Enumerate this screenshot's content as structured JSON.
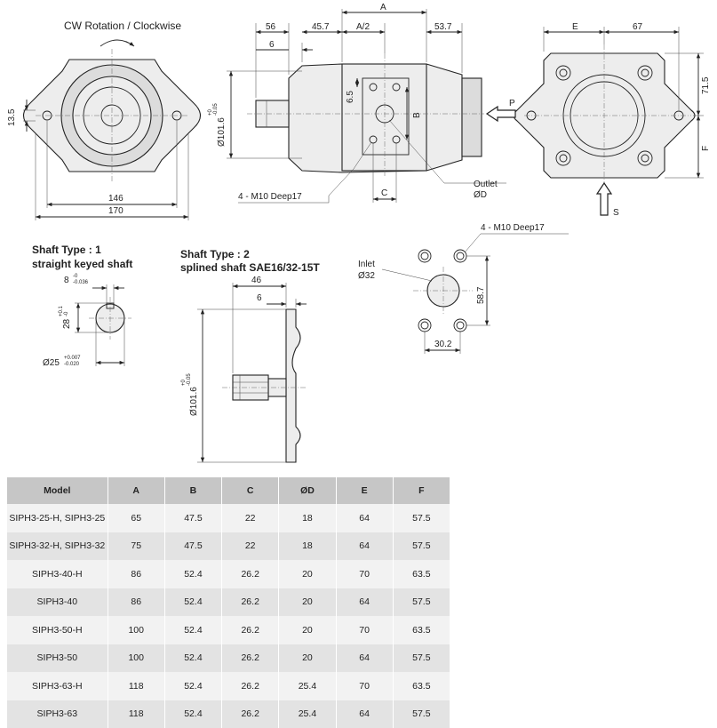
{
  "front_view": {
    "rotation_label": "CW Rotation / Clockwise",
    "dim_13_5": "13.5",
    "dim_146": "146",
    "dim_170": "170"
  },
  "side_view": {
    "dim_A": "A",
    "dim_56": "56",
    "dim_45_7": "45.7",
    "dim_A_half": "A/2",
    "dim_53_7": "53.7",
    "dim_6": "6",
    "dim_6_5": "6.5",
    "dim_B": "B",
    "dim_C": "C",
    "dia_101_6": "Ø101.6",
    "tol_plus": "+0",
    "tol_minus": "-0.05",
    "thread_label": "4 - M10 Deep17",
    "outlet_label": "Outlet",
    "outlet_dia": "ØD"
  },
  "rear_view": {
    "dim_E": "E",
    "dim_67": "67",
    "dim_71_5": "71.5",
    "dim_F": "F",
    "port_P": "P",
    "port_S": "S"
  },
  "shaft_type_1": {
    "title": "Shaft Type : 1",
    "subtitle": "straight keyed shaft",
    "key_width": "8",
    "key_tol_plus": "-0",
    "key_tol_minus": "-0.036",
    "key_height": "28",
    "height_tol_plus": "+0.1",
    "height_tol_minus": "-0",
    "shaft_dia": "Ø25",
    "dia_tol_plus": "+0.007",
    "dia_tol_minus": "-0.020"
  },
  "shaft_type_2": {
    "title": "Shaft Type : 2",
    "subtitle": "splined shaft SAE16/32-15T",
    "dim_46": "46",
    "dim_6": "6",
    "dia_101_6": "Ø101.6",
    "tol_plus": "+0",
    "tol_minus": "-0.05"
  },
  "inlet_view": {
    "thread_label": "4 - M10 Deep17",
    "inlet_label": "Inlet",
    "inlet_dia": "Ø32",
    "dim_58_7": "58.7",
    "dim_30_2": "30.2"
  },
  "table": {
    "headers": [
      "Model",
      "A",
      "B",
      "C",
      "ØD",
      "E",
      "F"
    ],
    "rows": [
      [
        "SIPH3-25-H, SIPH3-25",
        "65",
        "47.5",
        "22",
        "18",
        "64",
        "57.5"
      ],
      [
        "SIPH3-32-H, SIPH3-32",
        "75",
        "47.5",
        "22",
        "18",
        "64",
        "57.5"
      ],
      [
        "SIPH3-40-H",
        "86",
        "52.4",
        "26.2",
        "20",
        "70",
        "63.5"
      ],
      [
        "SIPH3-40",
        "86",
        "52.4",
        "26.2",
        "20",
        "64",
        "57.5"
      ],
      [
        "SIPH3-50-H",
        "100",
        "52.4",
        "26.2",
        "20",
        "70",
        "63.5"
      ],
      [
        "SIPH3-50",
        "100",
        "52.4",
        "26.2",
        "20",
        "64",
        "57.5"
      ],
      [
        "SIPH3-63-H",
        "118",
        "52.4",
        "26.2",
        "25.4",
        "70",
        "63.5"
      ],
      [
        "SIPH3-63",
        "118",
        "52.4",
        "26.2",
        "25.4",
        "64",
        "57.5"
      ]
    ]
  }
}
